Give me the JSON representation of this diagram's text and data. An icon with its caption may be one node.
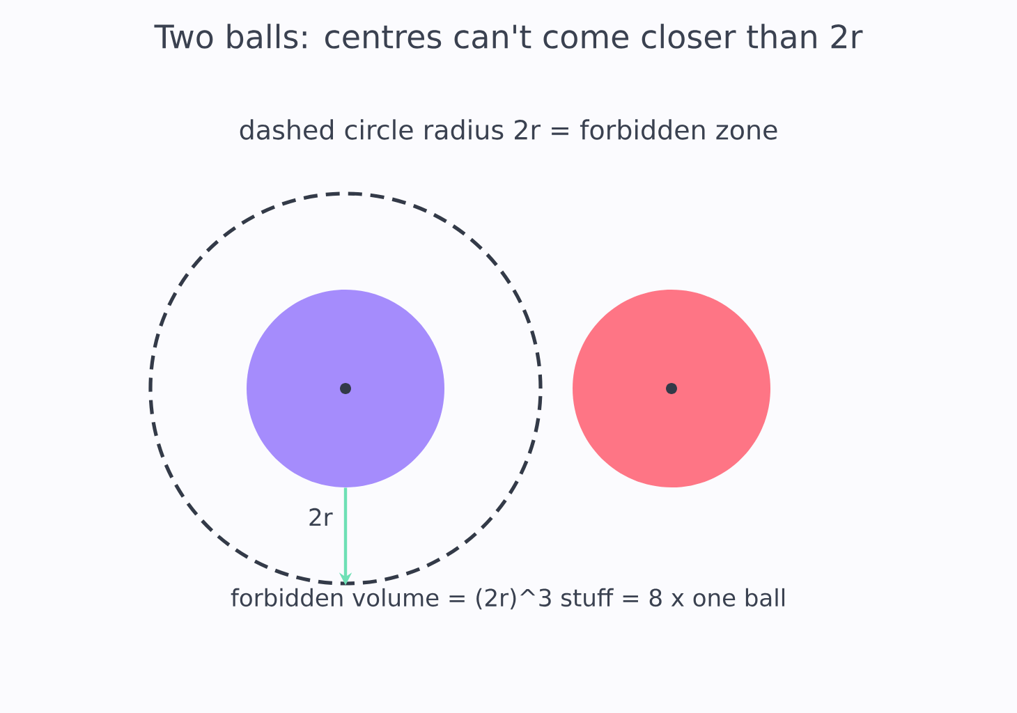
{
  "diagram": {
    "title": "Two balls: centres can't come closer than 2r",
    "nodes": [
      {
        "text": [],
        "shape": "circle"
      },
      {
        "text": [],
        "shape": "circle",
        "in": 0
      },
      {
        "text": [],
        "shape": "circle"
      }
    ],
    "edges": [
      {
        "from": 1,
        "to": 0,
        "arrow": "to",
        "label": "2r"
      }
    ],
    "labels": [
      "dashed circle radius 2r = forbidden zone",
      "forbidden volume = (2r)^3 stuff = 8 x one ball"
    ]
  }
}
